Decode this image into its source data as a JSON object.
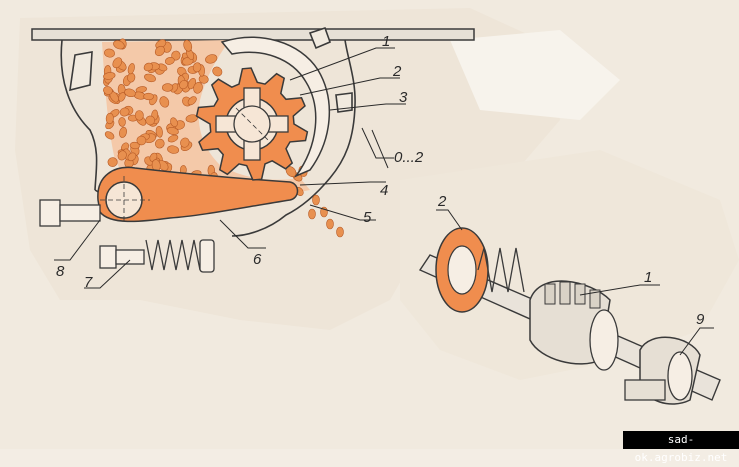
{
  "diagram": {
    "main_labels": [
      "1",
      "2",
      "3",
      "4",
      "5",
      "6",
      "7",
      "8"
    ],
    "gap_label": "0...2",
    "exploded_labels": [
      "2",
      "1",
      "9"
    ],
    "palette": {
      "paper": "#f1eadf",
      "part": "#f08d4e",
      "part_dark": "#e27a3a",
      "ink": "#3a3a3a",
      "seed": "#e9935a"
    }
  },
  "watermark": "sad-ok.agrobiz.net"
}
